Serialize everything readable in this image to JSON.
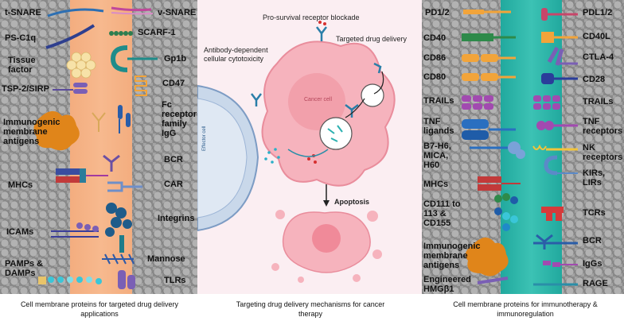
{
  "left_labels": {
    "t_snare": "t-SNARE",
    "ps_c1q": "PS-C1q",
    "tissue_factor": "Tissue factor",
    "tsp2_sirp": "TSP-2/SIRP",
    "immunogenic_antigens": "Immunogenic membrane antigens",
    "mhcs": "MHCs",
    "icams": "ICAMs",
    "pamps_damps": "PAMPs & DAMPs",
    "v_snare": "v-SNARE",
    "scarf1": "SCARF-1",
    "gp1b": "Gp1b",
    "cd47": "CD47",
    "fc_receptor": "Fc receptor family IgG",
    "bcr": "BCR",
    "car": "CAR",
    "integrins": "Integrins",
    "mannose": "Mannose",
    "tlrs": "TLRs"
  },
  "middle": {
    "blockade": "Pro-survival receptor blockade",
    "targeted_delivery": "Targeted drug delivery",
    "adcc": "Antibody-dependent cellular cytotoxicity",
    "cancer_cell": "Cancer cell",
    "effector_cell": "Effector cell",
    "apoptosis": "Apoptosis"
  },
  "right_labels": {
    "pd12": "PD1/2",
    "cd40": "CD40",
    "cd86": "CD86",
    "cd80": "CD80",
    "trails_l": "TRAILs",
    "tnf_ligands": "TNF ligands",
    "b7h6": "B7-H6, MICA, H60",
    "mhcs_r": "MHCs",
    "cd111": "CD111 to 113 & CD155",
    "immunogenic_r": "Immunogenic membrane antigens",
    "engineered": "Engineered HMGβ1",
    "pdl12": "PDL1/2",
    "cd40l": "CD40L",
    "ctla4": "CTLA-4",
    "cd28": "CD28",
    "trails_r": "TRAILs",
    "tnf_receptors": "TNF receptors",
    "nk_receptors": "NK receptors",
    "kirs": "KIRs, LIRs",
    "tcrs": "TCRs",
    "bcr_r": "BCR",
    "iggs": "IgGs",
    "rage": "RAGE"
  },
  "captions": {
    "left": "Cell membrane proteins for targeted drug delivery applications",
    "middle": "Targeting drug delivery mechanisms for cancer therapy",
    "right": "Cell membrane proteins for immunotherapy & immunoregulation"
  },
  "colors": {
    "left_membrane": "#f5b185",
    "right_membrane": "#2db5a8",
    "background_panel": "#8d8d8d",
    "middle_background": "#fbeef2",
    "cancer_cell": "#f6b3bd",
    "effector_cell": "#c9d8ea"
  }
}
